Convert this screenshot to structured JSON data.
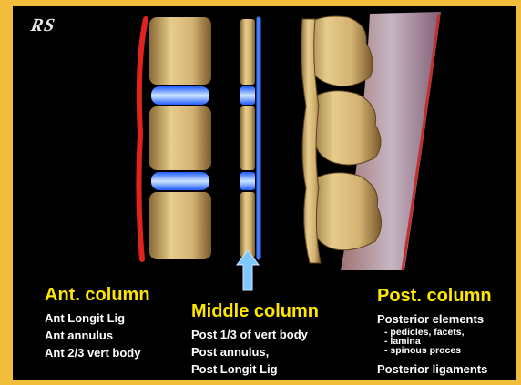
{
  "logo": "RS",
  "anterior": {
    "title": "Ant. column",
    "lines": [
      "Ant Longit Lig",
      "Ant annulus",
      "Ant 2/3 vert body"
    ]
  },
  "middle": {
    "title": "Middle column",
    "lines": [
      "Post 1/3 of vert body",
      "Post annulus,",
      "Post Longit Lig"
    ]
  },
  "posterior": {
    "title": "Post. column",
    "line1": "Posterior elements",
    "subs": [
      "- pedicles, facets,",
      "- lamina",
      "- spinous proces"
    ],
    "line2": "Posterior ligaments"
  },
  "colors": {
    "frame": "#f2bd3a",
    "heading": "#ffe600",
    "ligament_red": "#e0231d",
    "ligament_blue": "#3d7cff",
    "disc_blue": "#4aa3ff",
    "bone": "#d9b877"
  }
}
